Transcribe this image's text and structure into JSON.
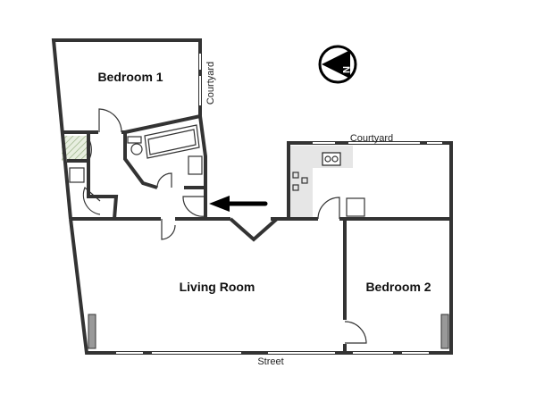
{
  "plan": {
    "rooms": {
      "bedroom1": "Bedroom 1",
      "living_room": "Living Room",
      "bedroom2": "Bedroom 2"
    },
    "labels": {
      "courtyard_bedroom": "Courtyard",
      "courtyard_kitchen": "Courtyard",
      "street": "Street"
    },
    "compass": {
      "letter": "N",
      "icon": "north-compass-icon"
    },
    "entrance_arrow": {
      "icon": "entrance-arrow-icon"
    },
    "colors": {
      "wall": "#333333",
      "kitchen_counter": "#e6e6e6",
      "radiator": "#999999",
      "hatch": "#b7c9a8"
    }
  }
}
